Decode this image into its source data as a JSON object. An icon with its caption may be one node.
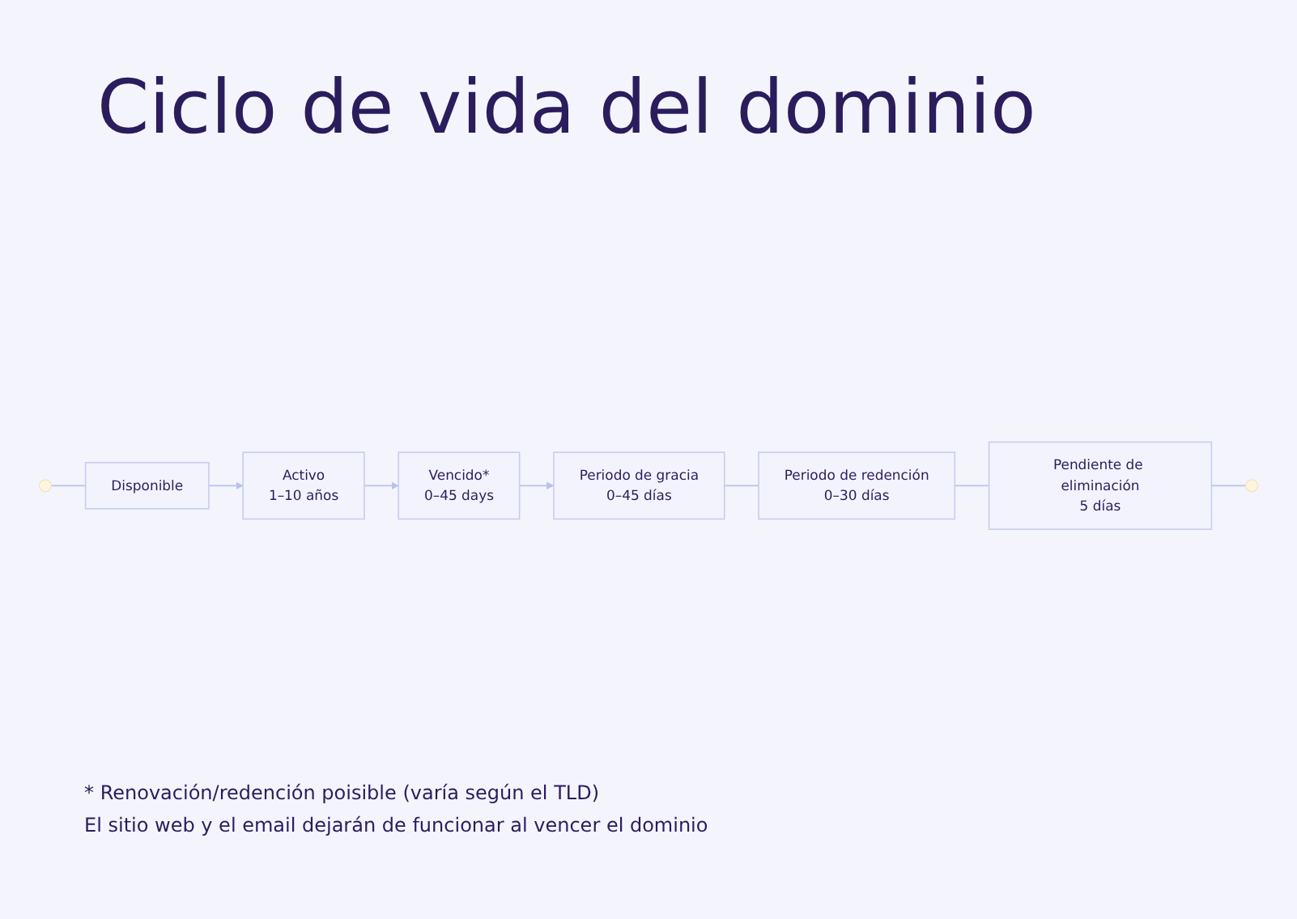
{
  "diagram": {
    "title": "Ciclo de vida del dominio",
    "nodes": [
      {
        "text": [],
        "shape": "circle"
      },
      {
        "text": [
          "Disponible"
        ]
      },
      {
        "text": [
          "Activo",
          "1–10 años"
        ]
      },
      {
        "text": [
          "Vencido*",
          "0–45 days"
        ]
      },
      {
        "text": [
          "Periodo de gracia",
          "0–45 días"
        ]
      },
      {
        "text": [
          "Periodo de redención",
          "0–30 días"
        ]
      },
      {
        "text": [
          "Pendiente de eliminación",
          "5 días"
        ]
      },
      {
        "text": [],
        "shape": "circle"
      }
    ],
    "edges": [
      {
        "from": 0,
        "to": 1,
        "arrow": "none"
      },
      {
        "from": 1,
        "to": 2,
        "arrow": "to"
      },
      {
        "from": 2,
        "to": 3,
        "arrow": "to"
      },
      {
        "from": 3,
        "to": 4,
        "arrow": "to"
      },
      {
        "from": 4,
        "to": 5,
        "arrow": "none"
      },
      {
        "from": 5,
        "to": 6,
        "arrow": "none"
      },
      {
        "from": 6,
        "to": 7,
        "arrow": "none"
      }
    ],
    "labels": [
      "* Renovación/redención poisible (varía según el TLD)",
      "El sitio web y el email dejarán de funcionar al vencer el dominio"
    ]
  }
}
